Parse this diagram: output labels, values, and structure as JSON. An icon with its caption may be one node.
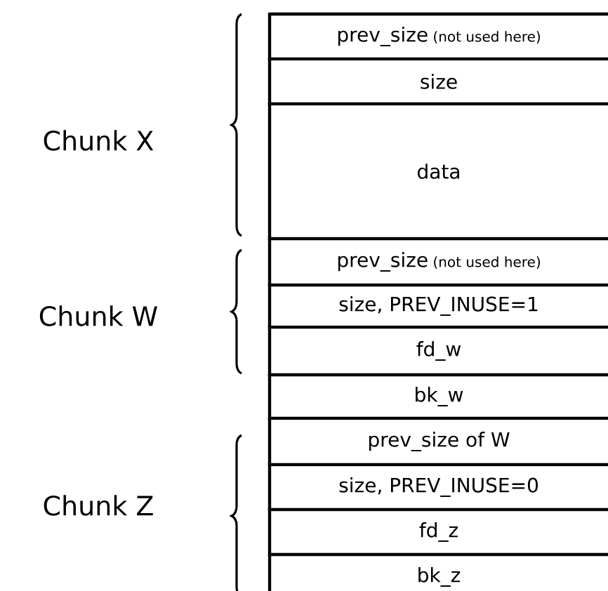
{
  "diagram": {
    "nodes": [
      {
        "text": [
          "prev_size",
          "(not used here)"
        ]
      },
      {
        "text": [
          "size"
        ]
      },
      {
        "text": [
          "data"
        ]
      },
      {
        "text": [
          "prev_size",
          "(not used here)"
        ]
      },
      {
        "text": [
          "size, PREV_INUSE=1"
        ]
      },
      {
        "text": [
          "fd_w"
        ]
      },
      {
        "text": [
          "bk_w"
        ]
      },
      {
        "text": [
          "prev_size of W"
        ]
      },
      {
        "text": [
          "size, PREV_INUSE=0"
        ]
      },
      {
        "text": [
          "fd_z"
        ]
      },
      {
        "text": [
          "bk_z"
        ]
      }
    ],
    "labels": [
      "Chunk X",
      "Chunk W",
      "Chunk Z"
    ]
  }
}
